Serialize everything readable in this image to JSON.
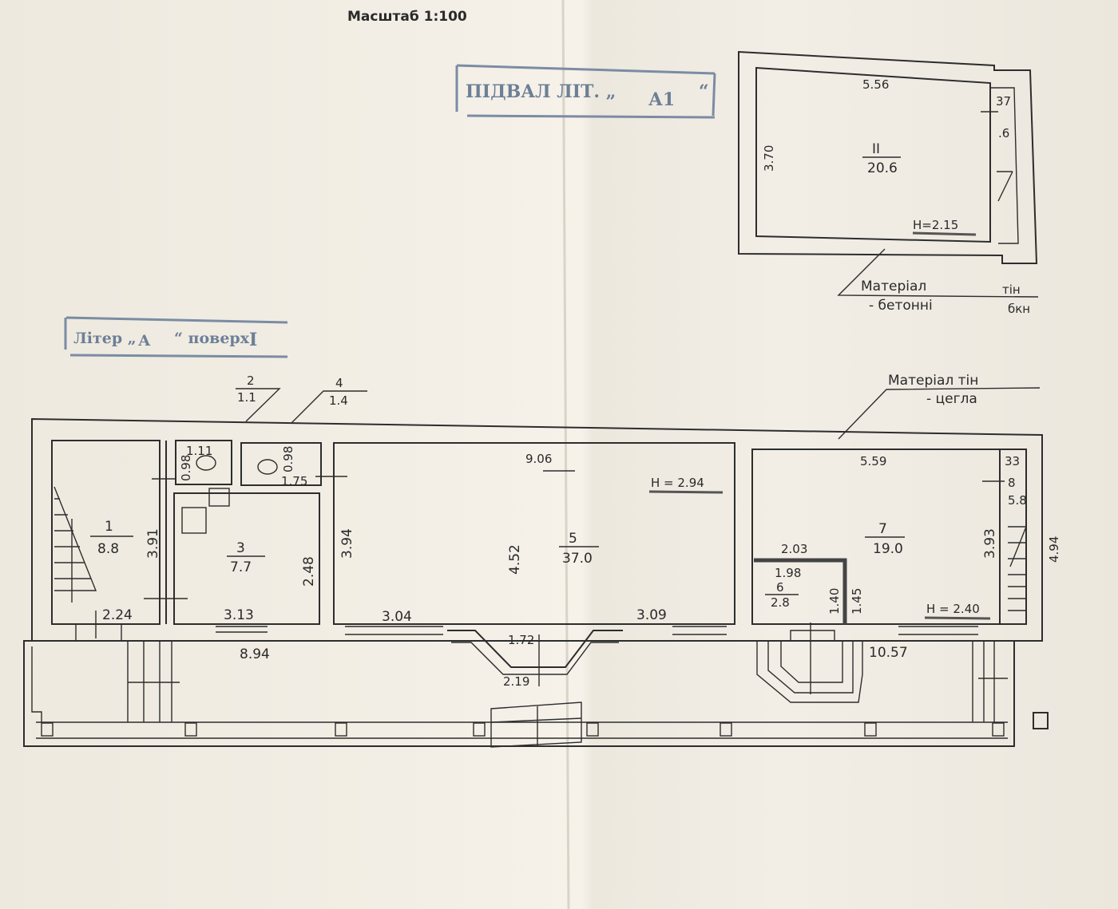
{
  "scale_title": "Масштаб 1:100",
  "stamps": {
    "basement": {
      "prefix": "ПІДВАЛ ЛІТ. „",
      "letter": "А1",
      "suffix": "“"
    },
    "floor": {
      "prefix": "Літер „",
      "letter": "А",
      "middle": "“ поверх",
      "floor": "I"
    }
  },
  "basement": {
    "room": {
      "number": "II",
      "area": "20.6"
    },
    "width": "5.56",
    "height_dim": "3.70",
    "ceiling": "H=2.15",
    "stair_dims": [
      "37",
      ".6"
    ],
    "material": {
      "line1a": "Матеріал",
      "line1b": "тін",
      "line2a": "- бетонні",
      "line2b": "бкн"
    }
  },
  "ground_floor": {
    "material": {
      "line1": "Матеріал тін",
      "line2": "- цегла"
    },
    "rooms": [
      {
        "number": "1",
        "area": "8.8"
      },
      {
        "number": "2",
        "area": "1.1"
      },
      {
        "number": "3",
        "area": "7.7"
      },
      {
        "number": "4",
        "area": "1.4"
      },
      {
        "number": "5",
        "area": "37.0"
      },
      {
        "number": "6",
        "area": "2.8"
      },
      {
        "number": "7",
        "area": "19.0"
      },
      {
        "number": "8",
        "area": "5.8"
      }
    ],
    "dimensions": {
      "r1_height": "3.91",
      "r1_width": "2.24",
      "wc1_width": "1.11",
      "wc1_depth": "0.98",
      "wc2_depth": "0.98",
      "wc2_width": "1.75",
      "r3_height": "2.48",
      "r3_width": "3.13",
      "r5_left_height": "3.94",
      "r5_top": "9.06",
      "r5_mid_height": "4.52",
      "r5_ceiling": "H = 2.94",
      "r5_bottom_left": "3.04",
      "r5_bottom_right": "3.09",
      "bay_inner": "1.72",
      "bay_outer": "2.19",
      "left_facade": "8.94",
      "right_facade": "10.57",
      "r7_top": "5.59",
      "r7_height": "3.93",
      "r7_ceiling": "H = 2.40",
      "r6_top": "2.03",
      "r6_width": "1.98",
      "r6_h1": "1.40",
      "r6_h2": "1.45",
      "r8_top": "33",
      "building_depth": "4.94"
    }
  }
}
